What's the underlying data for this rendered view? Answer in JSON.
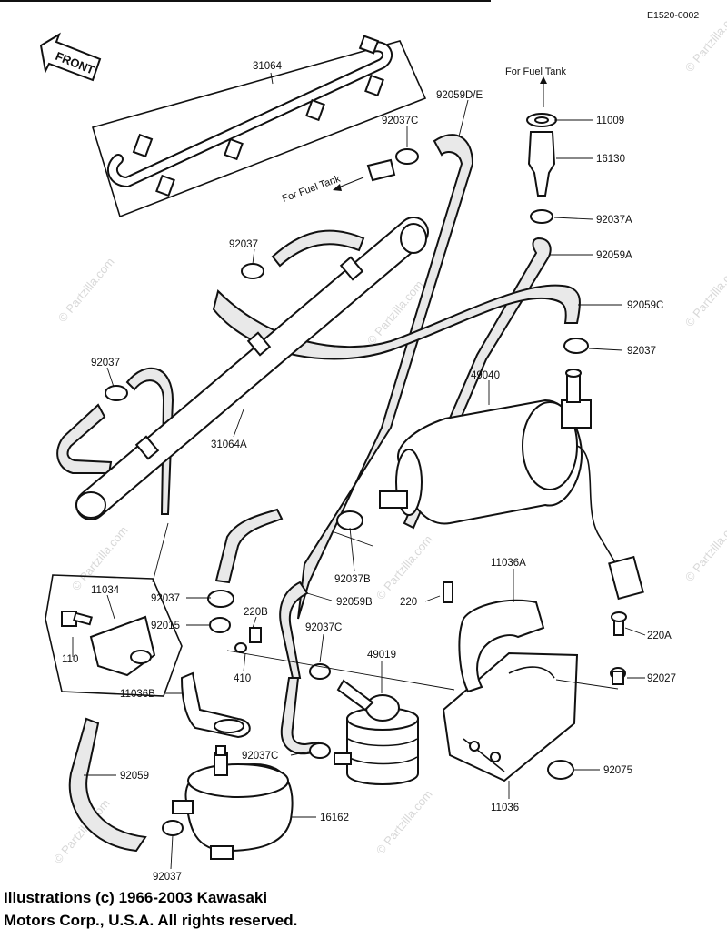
{
  "diagram_code": "E1520-0002",
  "front_label": "FRONT",
  "fuel_tank_labels": [
    "For Fuel Tank",
    "For Fuel Tank"
  ],
  "watermarks": [
    "© Partzilla.com",
    "© Partzilla.com",
    "© Partzilla.com",
    "© Partzilla.com",
    "© Partzilla.com",
    "© Partzilla.com",
    "© Partzilla.com",
    "© Partzilla.com",
    "© Partzilla.com"
  ],
  "parts": [
    "31064",
    "92059D/E",
    "11009",
    "92037C",
    "16130",
    "92037",
    "92037A",
    "92059A",
    "92059C",
    "92037",
    "92037",
    "49040",
    "31064A",
    "11036A",
    "92037B",
    "11034",
    "92037",
    "92059B",
    "220",
    "220B",
    "92015",
    "220A",
    "92037C",
    "110",
    "49019",
    "410",
    "92027",
    "11036B",
    "92037C",
    "92075",
    "92059",
    "11036",
    "16162",
    "92037"
  ],
  "copyright": {
    "line1": "Illustrations (c) 1966-2003 Kawasaki",
    "line2": "Motors Corp., U.S.A.  All rights reserved."
  },
  "colors": {
    "ink": "#111111",
    "watermark": "#d8d8d8",
    "background": "#ffffff"
  }
}
